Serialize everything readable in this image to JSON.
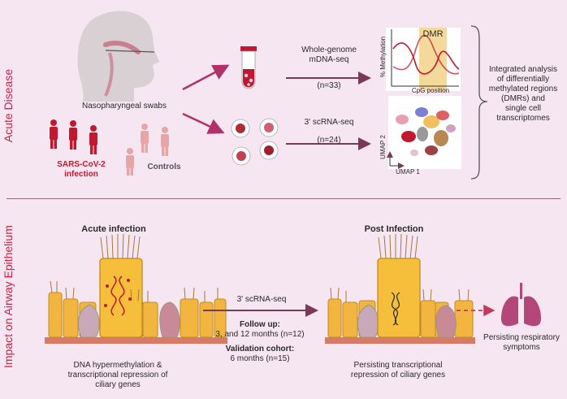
{
  "sections": {
    "acute": "Acute Disease",
    "impact": "Impact on Airway Epithelium"
  },
  "top": {
    "swabs": "Nasopharyngeal swabs",
    "infection": "SARS-CoV-2\ninfection",
    "controls": "Controls",
    "wg_title": "Whole-genome\nmDNA-seq",
    "wg_n": "(n=33)",
    "sc_title": "3' scRNA-seq",
    "sc_n": "(n=24)",
    "dmr": "DMR",
    "meth_axis": "% Methylation",
    "cpg_axis": "CpG position",
    "umap2": "UMAP 2",
    "umap1": "UMAP 1",
    "integrated": "Integrated analysis\nof differentially\nmethylated regions\n(DMRs) and\nsingle cell\ntranscriptomes"
  },
  "bottom": {
    "acute_title": "Acute infection",
    "post_title": "Post Infection",
    "scrna": "3' scRNA-seq",
    "followup_label": "Follow up:",
    "followup_value": "3, and 12 months (n=12)",
    "validation_label": "Validation cohort:",
    "validation_value": "6 months (n=15)",
    "acute_caption": "DNA hypermethylation &\ntranscriptional repression of\nciliary genes",
    "post_caption": "Persisting transcriptional\nrepression of ciliary genes",
    "symptoms": "Persisting respiratory\nsymptoms"
  },
  "colors": {
    "accent": "#c0182e",
    "arrow": "#b0306a",
    "cell": "#f2b640"
  }
}
